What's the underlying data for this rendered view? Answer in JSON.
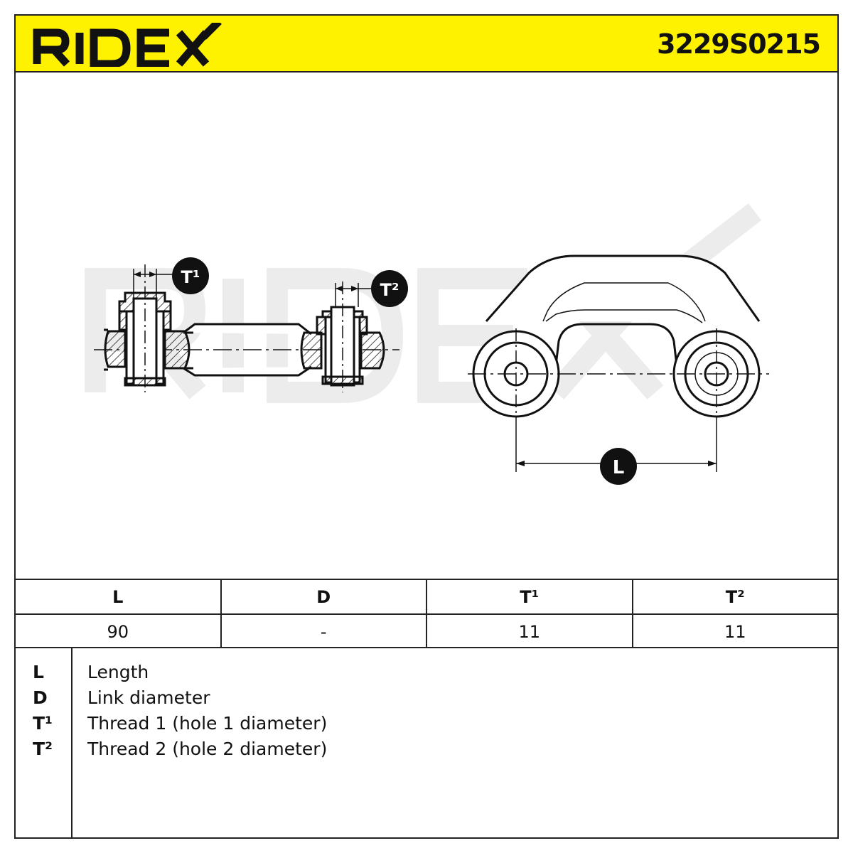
{
  "header": {
    "brand": "RIDEX",
    "part_number": "3229S0215"
  },
  "drawing": {
    "labels": {
      "t1": "T¹",
      "t2": "T²",
      "l": "L"
    },
    "watermark": "RIDEX"
  },
  "specs": {
    "headers": [
      "L",
      "D",
      "T¹",
      "T²"
    ],
    "values": [
      "90",
      "-",
      "11",
      "11"
    ]
  },
  "legend": [
    {
      "key": "L",
      "text": "Length"
    },
    {
      "key": "D",
      "text": "Link diameter"
    },
    {
      "key": "T¹",
      "text": "Thread 1 (hole 1 diameter)"
    },
    {
      "key": "T²",
      "text": "Thread 2 (hole 2 diameter)"
    }
  ],
  "colors": {
    "header_bg": "#fff200",
    "line": "#111111",
    "watermark": "#ececec"
  }
}
